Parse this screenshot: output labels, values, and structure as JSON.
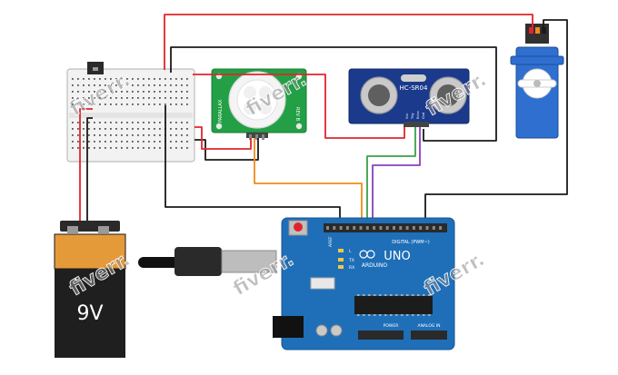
{
  "battery": {
    "voltage_label": "9V",
    "body_color": "#1f1f1f",
    "top_color": "#e59a3a"
  },
  "sensor_ultrasonic": {
    "model_label": "HC-SR04",
    "pins": [
      "Vcc",
      "Trig",
      "Echo",
      "Gnd"
    ],
    "board_color": "#1b3a8c"
  },
  "sensor_pir": {
    "side_label_left": "PARALLAX",
    "side_label_right": "REV B",
    "board_color": "#23a046"
  },
  "servo": {
    "body_color": "#2f6fd0"
  },
  "arduino": {
    "brand_label": "ARDUINO",
    "model_label": "UNO",
    "header_top_label": "DIGITAL (PWM~)",
    "header_power_label": "POWER",
    "header_analog_label": "ANALOG IN",
    "aref_label": "AREF",
    "tx_label": "TX",
    "rx_label": "RX",
    "l_label": "L",
    "board_color": "#1f6fb8"
  },
  "watermark": {
    "text": "fiverr."
  },
  "wire_colors": {
    "red": "#e0252b",
    "black": "#1a1a1a",
    "orange": "#f08a1c",
    "green": "#3aa14a",
    "purple": "#8a3fb8"
  }
}
